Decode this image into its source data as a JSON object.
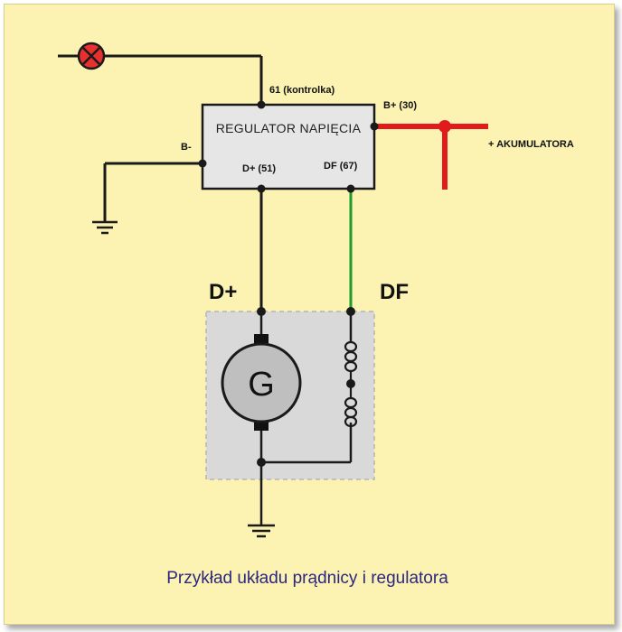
{
  "diagram": {
    "regulator_title": "REGULATOR NAPIĘCIA",
    "labels": {
      "kontrolka": "61 (kontrolka)",
      "b_plus": "B+ (30)",
      "b_minus": "B-",
      "d_plus_51": "D+ (51)",
      "df_67": "DF (67)",
      "akumulatora": "+ AKUMULATORA",
      "d_plus_big": "D+",
      "df_big": "DF",
      "generator": "G"
    },
    "caption": "Przykład układu prądnicy i regulatora",
    "icons": [
      "indicator-lamp-icon",
      "ground-icon",
      "generator-icon",
      "field-coil-icon"
    ],
    "colors": {
      "background": "#fcf3b2",
      "wire": "#1a1a1a",
      "battery_wire": "#e11b1b",
      "df_wire": "#1f9a2c",
      "lamp": "#e8312f",
      "regulator_box": "#e6e6e6",
      "generator_area": "#d9d9d9",
      "caption": "#2b2680"
    }
  }
}
